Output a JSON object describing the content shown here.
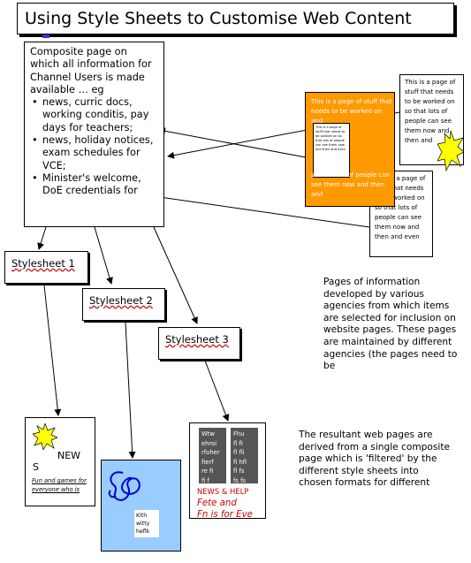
{
  "title": "Using Style Sheets to Customise Web Content",
  "composite": {
    "intro": "Composite page on which all information for Channel Users is made available … eg",
    "items": [
      "news, curric docs, working conditis, pay days for teachers;",
      "news, holiday notices, exam schedules for VCE;",
      "Minister's welcome, DoE credentials for"
    ]
  },
  "stylesheets": [
    "Stylesheet 1",
    "Stylesheet 2",
    "Stylesheet 3"
  ],
  "source_pages": {
    "orange_top": "This is a page of stuff that needs to be worked on and",
    "orange_inner": "This is a page of stuff that needs to be worked on so that lots of people can see them now and then and even",
    "orange_bottom": "so that lots of people can see them now and then and",
    "page_a": "This is a page of stuff that needs to be worked on so that lots of people can see them now and then and",
    "page_b": "This is a page of stuff that needs to be worked on so that lots of people can see them now and then and even"
  },
  "notes": {
    "agencies": "Pages of information developed by various agencies from which items are selected for inclusion on website pages. These pages are maintained by different agencies (the pages need to be",
    "resultant": "The resultant web pages are derived from a single composite page which is 'filtered' by the different style sheets into chosen formats for different"
  },
  "outputs": {
    "page1": {
      "news_a": "NEW",
      "news_b": "S",
      "fun": "Fun and games for everyone who is"
    },
    "page2": {
      "label": "Kith witty heflk"
    },
    "page3": {
      "col_left": [
        "Wtw",
        "ehroi",
        "rfoher",
        "fierf",
        "re fi",
        "fi f"
      ],
      "col_right": [
        "Fhu",
        "fl fi",
        "fl fli",
        "fi hfl",
        "fl fs",
        "fs fs"
      ],
      "news_help": "NEWS & HELP",
      "fete": "Fete and",
      "fete2": "Fn is for Eve"
    }
  },
  "colors": {
    "orange": "#ff9900",
    "light_blue": "#99ccff",
    "sun": "#ffff00",
    "red_text": "#cc0000",
    "dark_col": "#555555"
  }
}
